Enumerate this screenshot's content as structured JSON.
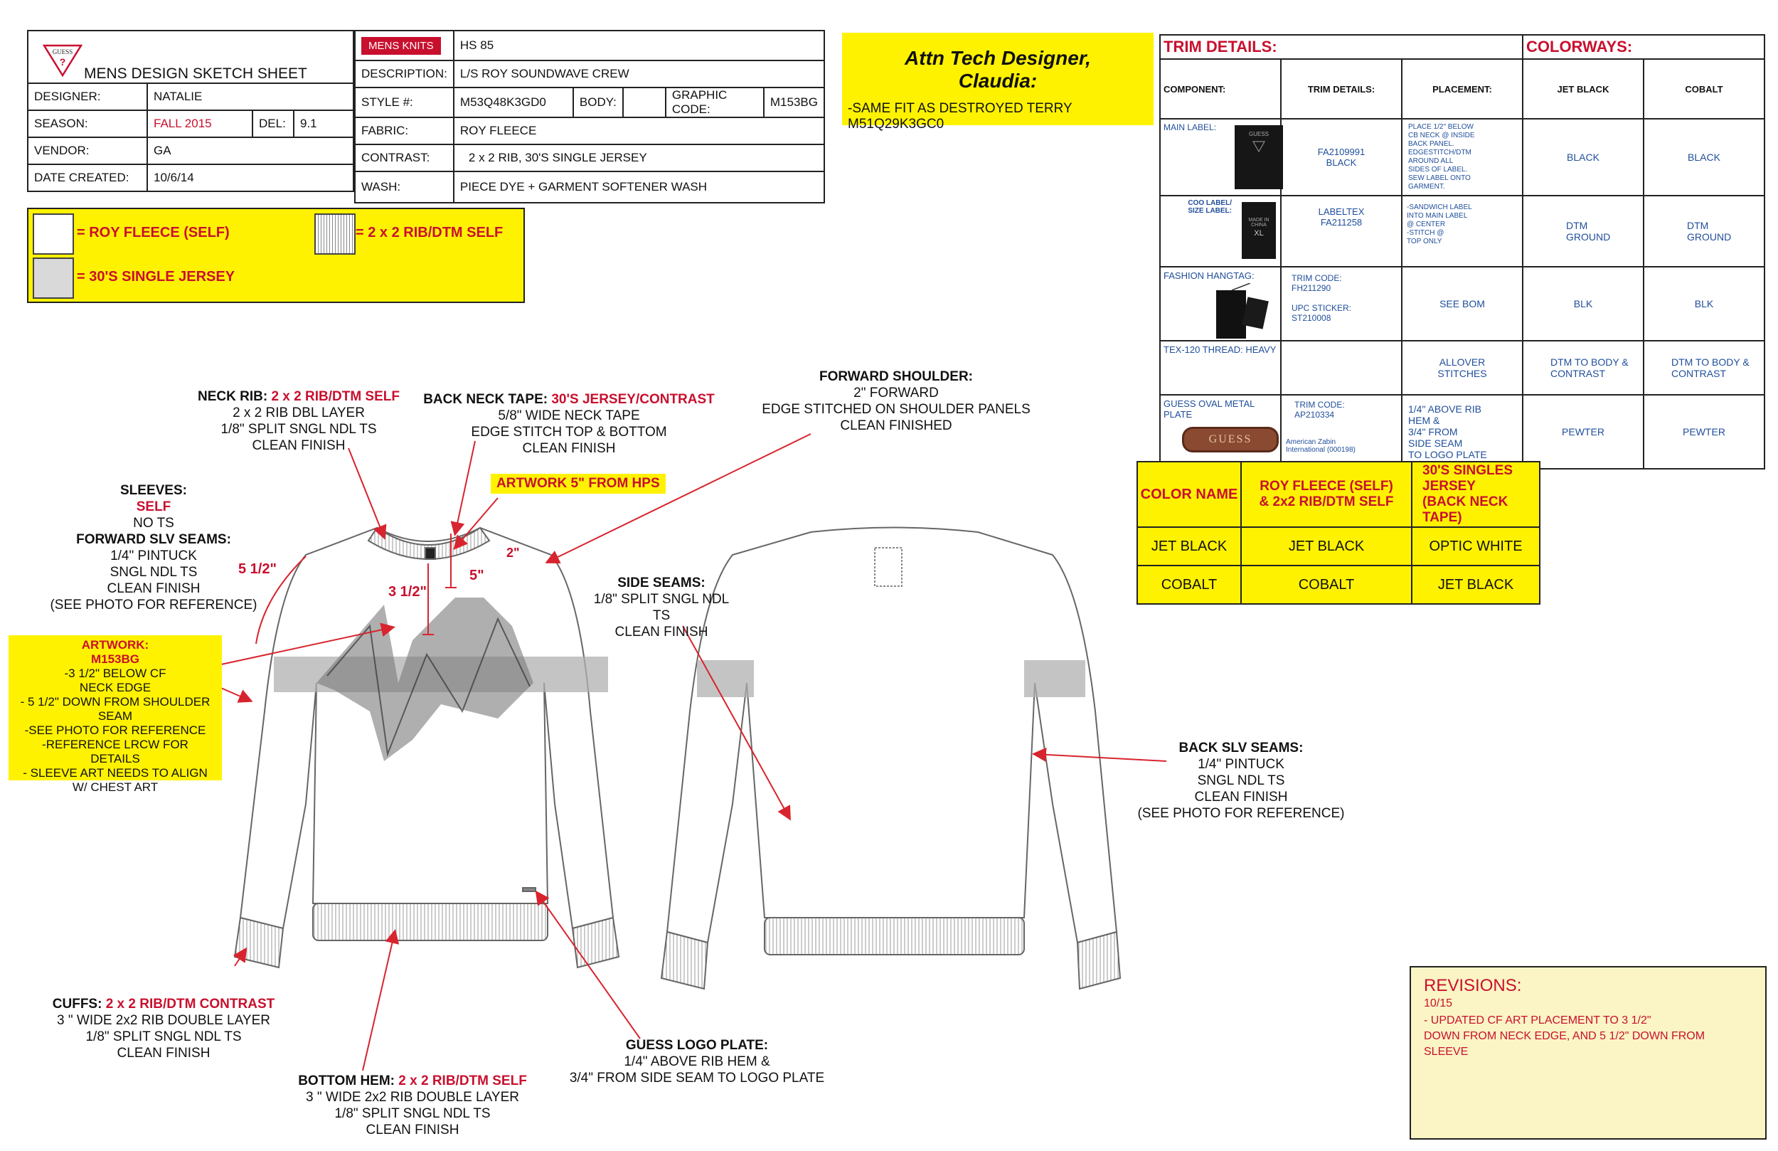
{
  "sheet": {
    "logo_text": "GUESS",
    "title": "MENS DESIGN SKETCH SHEET",
    "designer_label": "DESIGNER:",
    "designer": "NATALIE",
    "season_label": "SEASON:",
    "season": "FALL 2015",
    "del_label": "DEL:",
    "del": "9.1",
    "vendor_label": "VENDOR:",
    "vendor": "GA",
    "date_label": "DATE CREATED:",
    "date": "10/6/14",
    "category": "MENS KNITS",
    "hs": "HS 85",
    "description_label": "DESCRIPTION:",
    "description": "L/S ROY SOUNDWAVE CREW",
    "style_label": "STYLE #:",
    "style": "M53Q48K3GD0",
    "body_label": "BODY:",
    "body": "",
    "graphic_label": "GRAPHIC CODE:",
    "graphic": "M153BG",
    "fabric_label": "FABRIC:",
    "fabric": "ROY FLEECE",
    "contrast_label": "CONTRAST:",
    "contrast": "2 x 2 RIB, 30'S SINGLE JERSEY",
    "wash_label": "WASH:",
    "wash": "PIECE DYE + GARMENT SOFTENER WASH"
  },
  "legend": {
    "self": "= ROY FLEECE (SELF)",
    "rib": "= 2 x 2 RIB/DTM SELF",
    "jersey": "=  30'S SINGLE JERSEY"
  },
  "attn": {
    "line1": "Attn Tech Designer,",
    "line2": "Claudia:",
    "line3": "-SAME FIT AS DESTROYED TERRY M51Q29K3GC0"
  },
  "trim": {
    "title": "TRIM DETAILS:",
    "colorways_title": "COLORWAYS:",
    "headers": [
      "COMPONENT:",
      "TRIM DETAILS:",
      "PLACEMENT:",
      "JET BLACK",
      "COBALT"
    ],
    "rows": [
      {
        "component": "MAIN LABEL:",
        "details": "FA2109991\nBLACK",
        "placement": "PLACE 1/2\" BELOW\nCB NECK @ INSIDE\nBACK PANEL.\nEDGESTITCH/DTM\nAROUND ALL\nSIDES OF LABEL.\nSEW LABEL ONTO\nGARMENT.",
        "c1": "BLACK",
        "c2": "BLACK"
      },
      {
        "component": "COO LABEL/\nSIZE LABEL:",
        "details": "LABELTEX\nFA211258",
        "placement": "-SANDWICH LABEL\nINTO MAIN LABEL\n@ CENTER\n-STITCH @\nTOP ONLY",
        "c1": "DTM\nGROUND",
        "c2": "DTM\nGROUND"
      },
      {
        "component": "FASHION HANGTAG:",
        "details": "TRIM CODE:\nFH211290\n\nUPC STICKER:\nST210008",
        "placement": "SEE BOM",
        "c1": "BLK",
        "c2": "BLK"
      },
      {
        "component": "TEX-120 THREAD: HEAVY",
        "details": "",
        "placement": "ALLOVER\nSTITCHES",
        "c1": "DTM TO BODY &\nCONTRAST",
        "c2": "DTM TO BODY &\nCONTRAST"
      },
      {
        "component": "GUESS OVAL METAL PLATE",
        "details": "TRIM CODE:\nAP210334",
        "details2": "American Zabin\nInternational (000198)",
        "placement": "1/4\" ABOVE RIB\nHEM &\n3/4\" FROM\nSIDE SEAM\nTO LOGO PLATE",
        "c1": "PEWTER",
        "c2": "PEWTER"
      }
    ],
    "label_mini": {
      "guess": "GUESS",
      "made_in": "MADE IN\nCHINA",
      "size": "XL",
      "plate": "GUESS"
    }
  },
  "colors": {
    "headers": [
      "COLOR NAME",
      "ROY FLEECE (SELF)\n& 2x2 RIB/DTM SELF",
      "30'S SINGLES\nJERSEY\n(BACK NECK TAPE)"
    ],
    "rows": [
      [
        "JET BLACK",
        "JET BLACK",
        "OPTIC WHITE"
      ],
      [
        "COBALT",
        "COBALT",
        "JET BLACK"
      ]
    ]
  },
  "notes": {
    "neck_rib": {
      "a": "NECK RIB: ",
      "b": "2 x 2 RIB/DTM SELF",
      "rest": "2 x 2 RIB DBL LAYER\n1/8\" SPLIT SNGL NDL TS\nCLEAN FINISH"
    },
    "back_neck": {
      "a": "BACK NECK TAPE: ",
      "b": "30'S JERSEY/CONTRAST",
      "rest": "5/8\"  WIDE NECK TAPE\nEDGE STITCH TOP & BOTTOM\nCLEAN FINISH"
    },
    "fwd_shoulder": {
      "a": "FORWARD SHOULDER:",
      "rest": "2\" FORWARD\nEDGE STITCHED ON SHOULDER PANELS\nCLEAN FINISHED"
    },
    "artwork_hps": "ARTWORK 5\" FROM HPS",
    "sleeves": {
      "a": "SLEEVES:",
      "b": "SELF",
      "rest1": "NO TS",
      "c": "FORWARD SLV SEAMS:",
      "rest2": "1/4\" PINTUCK\nSNGL NDL TS\nCLEAN FINISH\n(SEE PHOTO FOR REFERENCE)"
    },
    "artwork": {
      "a": "ARTWORK:",
      "b": "M153BG",
      "rest": "-3 1/2\" BELOW CF\nNECK EDGE\n- 5 1/2\" DOWN FROM SHOULDER SEAM\n-SEE PHOTO FOR REFERENCE\n-REFERENCE LRCW FOR\nDETAILS\n- SLEEVE ART NEEDS TO ALIGN\nW/ CHEST ART"
    },
    "side_seams": {
      "a": "SIDE SEAMS:",
      "rest": "1/8\" SPLIT SNGL NDL\nTS\nCLEAN FINISH"
    },
    "back_slv": {
      "a": "BACK SLV SEAMS:",
      "rest": "1/4\" PINTUCK\nSNGL NDL TS\nCLEAN FINISH\n(SEE PHOTO FOR REFERENCE)"
    },
    "cuffs": {
      "a": "CUFFS: ",
      "b": "2 x 2 RIB/DTM CONTRAST",
      "rest": "3 \" WIDE 2x2 RIB DOUBLE LAYER\n1/8\" SPLIT SNGL NDL TS\nCLEAN FINISH"
    },
    "bottom_hem": {
      "a": "BOTTOM HEM: ",
      "b": "2 x 2 RIB/DTM SELF",
      "rest": "3 \" WIDE 2x2 RIB DOUBLE LAYER\n1/8\" SPLIT SNGL NDL TS\nCLEAN FINISH"
    },
    "logo_plate": {
      "a": "GUESS LOGO PLATE:",
      "rest": "1/4\" ABOVE RIB HEM &\n3/4\" FROM SIDE SEAM TO LOGO PLATE"
    },
    "dim_55": "5 1/2\"",
    "dim_35": "3 1/2\"",
    "dim_2": "2\"",
    "dim_5": "5\""
  },
  "revisions": {
    "title": "REVISIONS:",
    "date": "10/15",
    "text": "- UPDATED CF ART PLACEMENT TO 3 1/2\"\nDOWN FROM NECK EDGE, AND 5 1/2\" DOWN FROM\nSLEEVE"
  },
  "colors_hex": {
    "red": "#c8102e",
    "yellow": "#fff200",
    "blue": "#1f4e9b",
    "rev_bg": "#fbf4c4"
  }
}
